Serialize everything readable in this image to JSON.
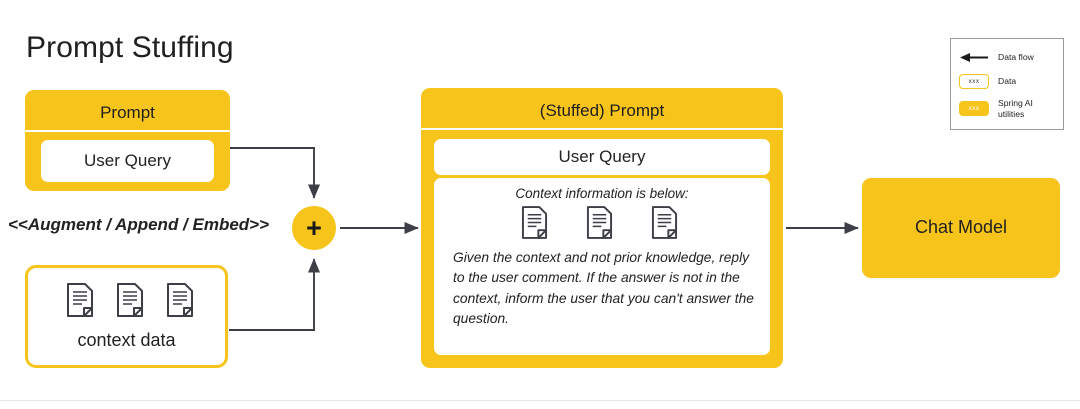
{
  "title": "Prompt Stuffing",
  "prompt_box": {
    "header": "Prompt",
    "user_query": "User Query"
  },
  "augment_label": "<<Augment / Append / Embed>>",
  "context_box": {
    "label": "context data",
    "doc_icons": [
      "document-icon",
      "document-icon",
      "document-icon"
    ]
  },
  "combine": {
    "symbol": "+",
    "name": "plus-combine-node"
  },
  "stuffed_box": {
    "header": "(Stuffed) Prompt",
    "user_query": "User Query",
    "context_heading": "Context information is below:",
    "doc_icons": [
      "document-icon",
      "document-icon",
      "document-icon"
    ],
    "instruction": "Given the context and not prior knowledge, reply to the user comment. If the answer is not in the context, inform the user that you can't answer the question."
  },
  "chat_model": {
    "label": "Chat Model"
  },
  "legend": {
    "rows": [
      {
        "icon": "arrow-left-icon",
        "label": "Data flow",
        "chip": null
      },
      {
        "icon": "chip-outline-icon",
        "label": "Data",
        "chip": "xxx"
      },
      {
        "icon": "chip-filled-icon",
        "label": "Spring AI utilities",
        "chip": "xxx"
      }
    ]
  },
  "colors": {
    "accent_yellow": "#F7C41C",
    "line_dark": "#3c3f45",
    "text_dark": "#20201f",
    "white": "#ffffff"
  }
}
